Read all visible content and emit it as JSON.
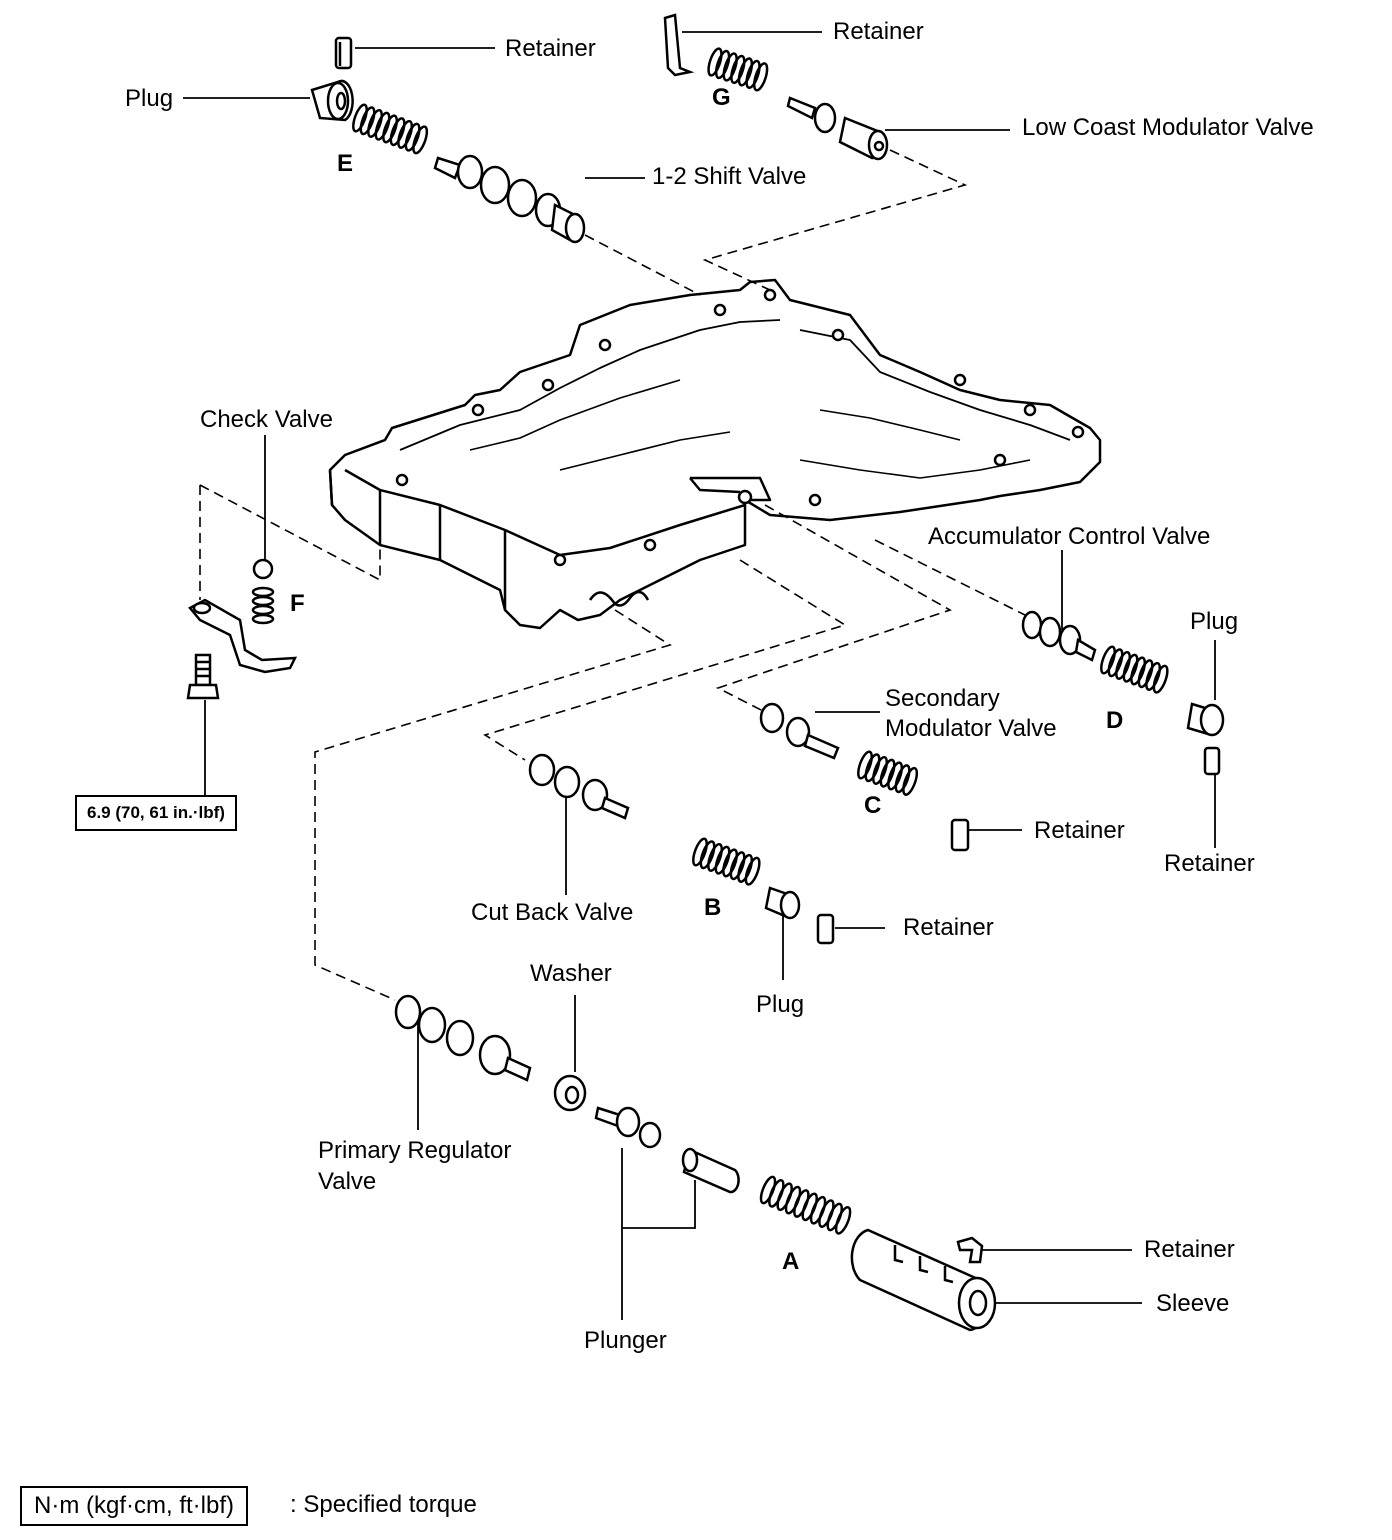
{
  "labels": {
    "retainer_top_left": "Retainer",
    "retainer_top_right": "Retainer",
    "plug_top": "Plug",
    "low_coast_modulator_valve": "Low Coast Modulator Valve",
    "shift_valve_1_2": "1-2 Shift Valve",
    "check_valve": "Check Valve",
    "accumulator_control_valve": "Accumulator Control Valve",
    "plug_right": "Plug",
    "secondary_modulator_valve_line1": "Secondary",
    "secondary_modulator_valve_line2": "Modulator Valve",
    "retainer_mid_right": "Retainer",
    "retainer_far_right": "Retainer",
    "cut_back_valve": "Cut Back Valve",
    "retainer_b": "Retainer",
    "washer": "Washer",
    "plug_b": "Plug",
    "primary_regulator_valve_line1": "Primary Regulator",
    "primary_regulator_valve_line2": "Valve",
    "retainer_sleeve": "Retainer",
    "sleeve": "Sleeve",
    "plunger": "Plunger"
  },
  "spring_letters": {
    "a": "A",
    "b": "B",
    "c": "C",
    "d": "D",
    "e": "E",
    "f": "F",
    "g": "G"
  },
  "torque_spec": "6.9 (70, 61 in.·lbf)",
  "legend": {
    "unit": "N·m (kgf·cm, ft·lbf)",
    "description": ": Specified torque"
  }
}
